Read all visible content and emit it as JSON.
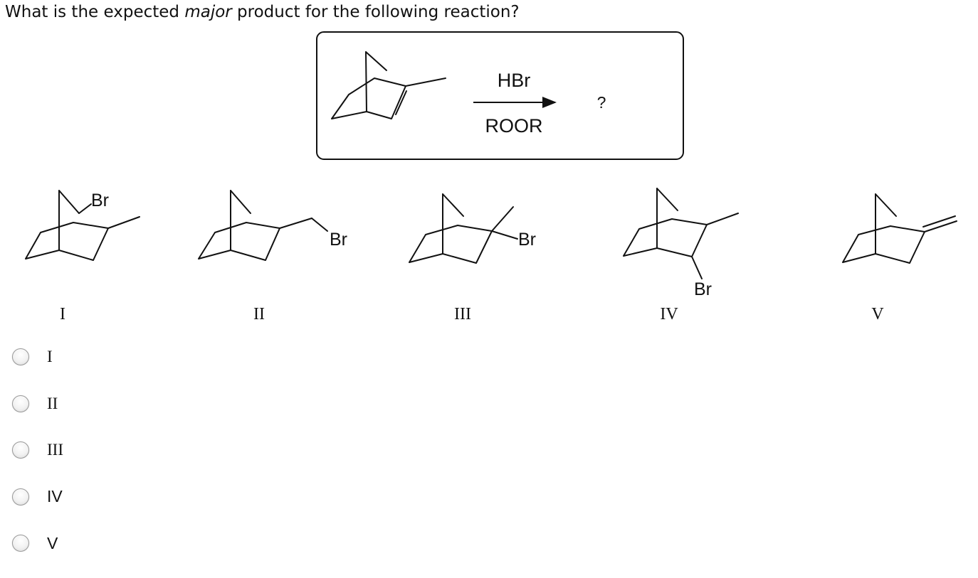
{
  "question": {
    "prefix": "What is the expected ",
    "emphasis": "major",
    "suffix": " product for the following reaction?"
  },
  "reaction": {
    "reagent_top": "HBr",
    "reagent_bottom": "ROOR",
    "product": "?"
  },
  "structures": [
    {
      "numeral": "I",
      "substituent_label": "Br"
    },
    {
      "numeral": "II",
      "substituent_label": "Br"
    },
    {
      "numeral": "III",
      "substituent_label": "Br"
    },
    {
      "numeral": "IV",
      "substituent_label": "Br"
    },
    {
      "numeral": "V"
    }
  ],
  "answers": {
    "options": [
      {
        "label": "I"
      },
      {
        "label": "II"
      },
      {
        "label": "III"
      },
      {
        "label": "IV"
      },
      {
        "label": "V"
      }
    ]
  }
}
